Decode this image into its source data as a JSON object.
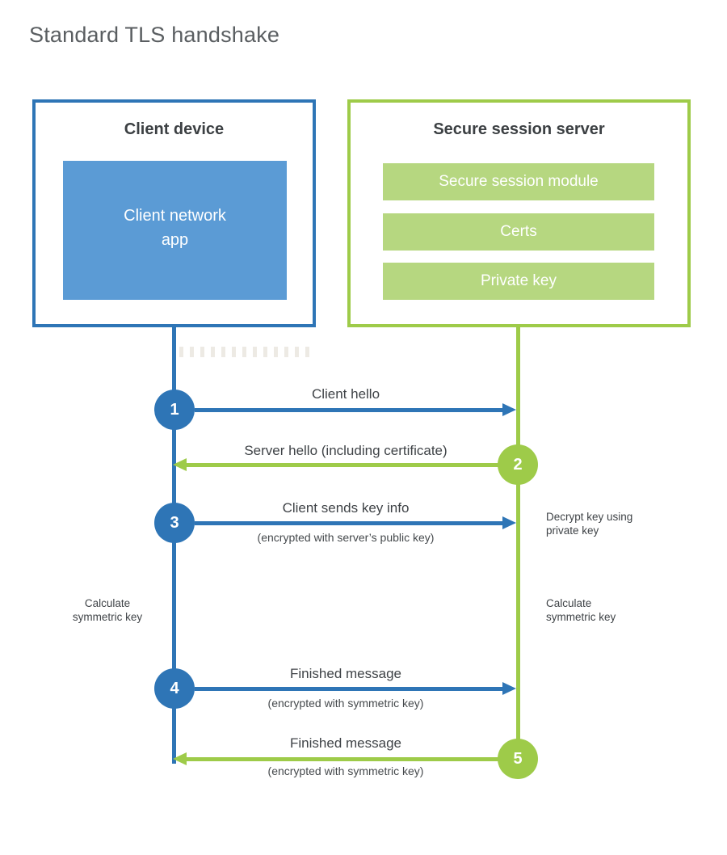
{
  "title": "Standard TLS handshake",
  "colors": {
    "blue": "#2E75B6",
    "blue_fill": "#5B9BD5",
    "green": "#9ECB49",
    "green_fill": "#B6D780"
  },
  "client": {
    "title": "Client device",
    "app_label": "Client network app"
  },
  "server": {
    "title": "Secure session server",
    "modules": [
      "Secure session module",
      "Certs",
      "Private key"
    ]
  },
  "messages": [
    {
      "num": "1",
      "label": "Client hello",
      "sublabel": "",
      "direction": "client-to-server"
    },
    {
      "num": "2",
      "label": "Server hello (including certificate)",
      "sublabel": "",
      "direction": "server-to-client"
    },
    {
      "num": "3",
      "label": "Client sends key info",
      "sublabel": "(encrypted with server’s public key)",
      "direction": "client-to-server"
    },
    {
      "num": "4",
      "label": "Finished message",
      "sublabel": "(encrypted with symmetric key)",
      "direction": "client-to-server"
    },
    {
      "num": "5",
      "label": "Finished message",
      "sublabel": "(encrypted with symmetric key)",
      "direction": "server-to-client"
    }
  ],
  "notes": {
    "decrypt": "Decrypt key using private key",
    "calc_left": "Calculate symmetric key",
    "calc_right": "Calculate symmetric key"
  }
}
